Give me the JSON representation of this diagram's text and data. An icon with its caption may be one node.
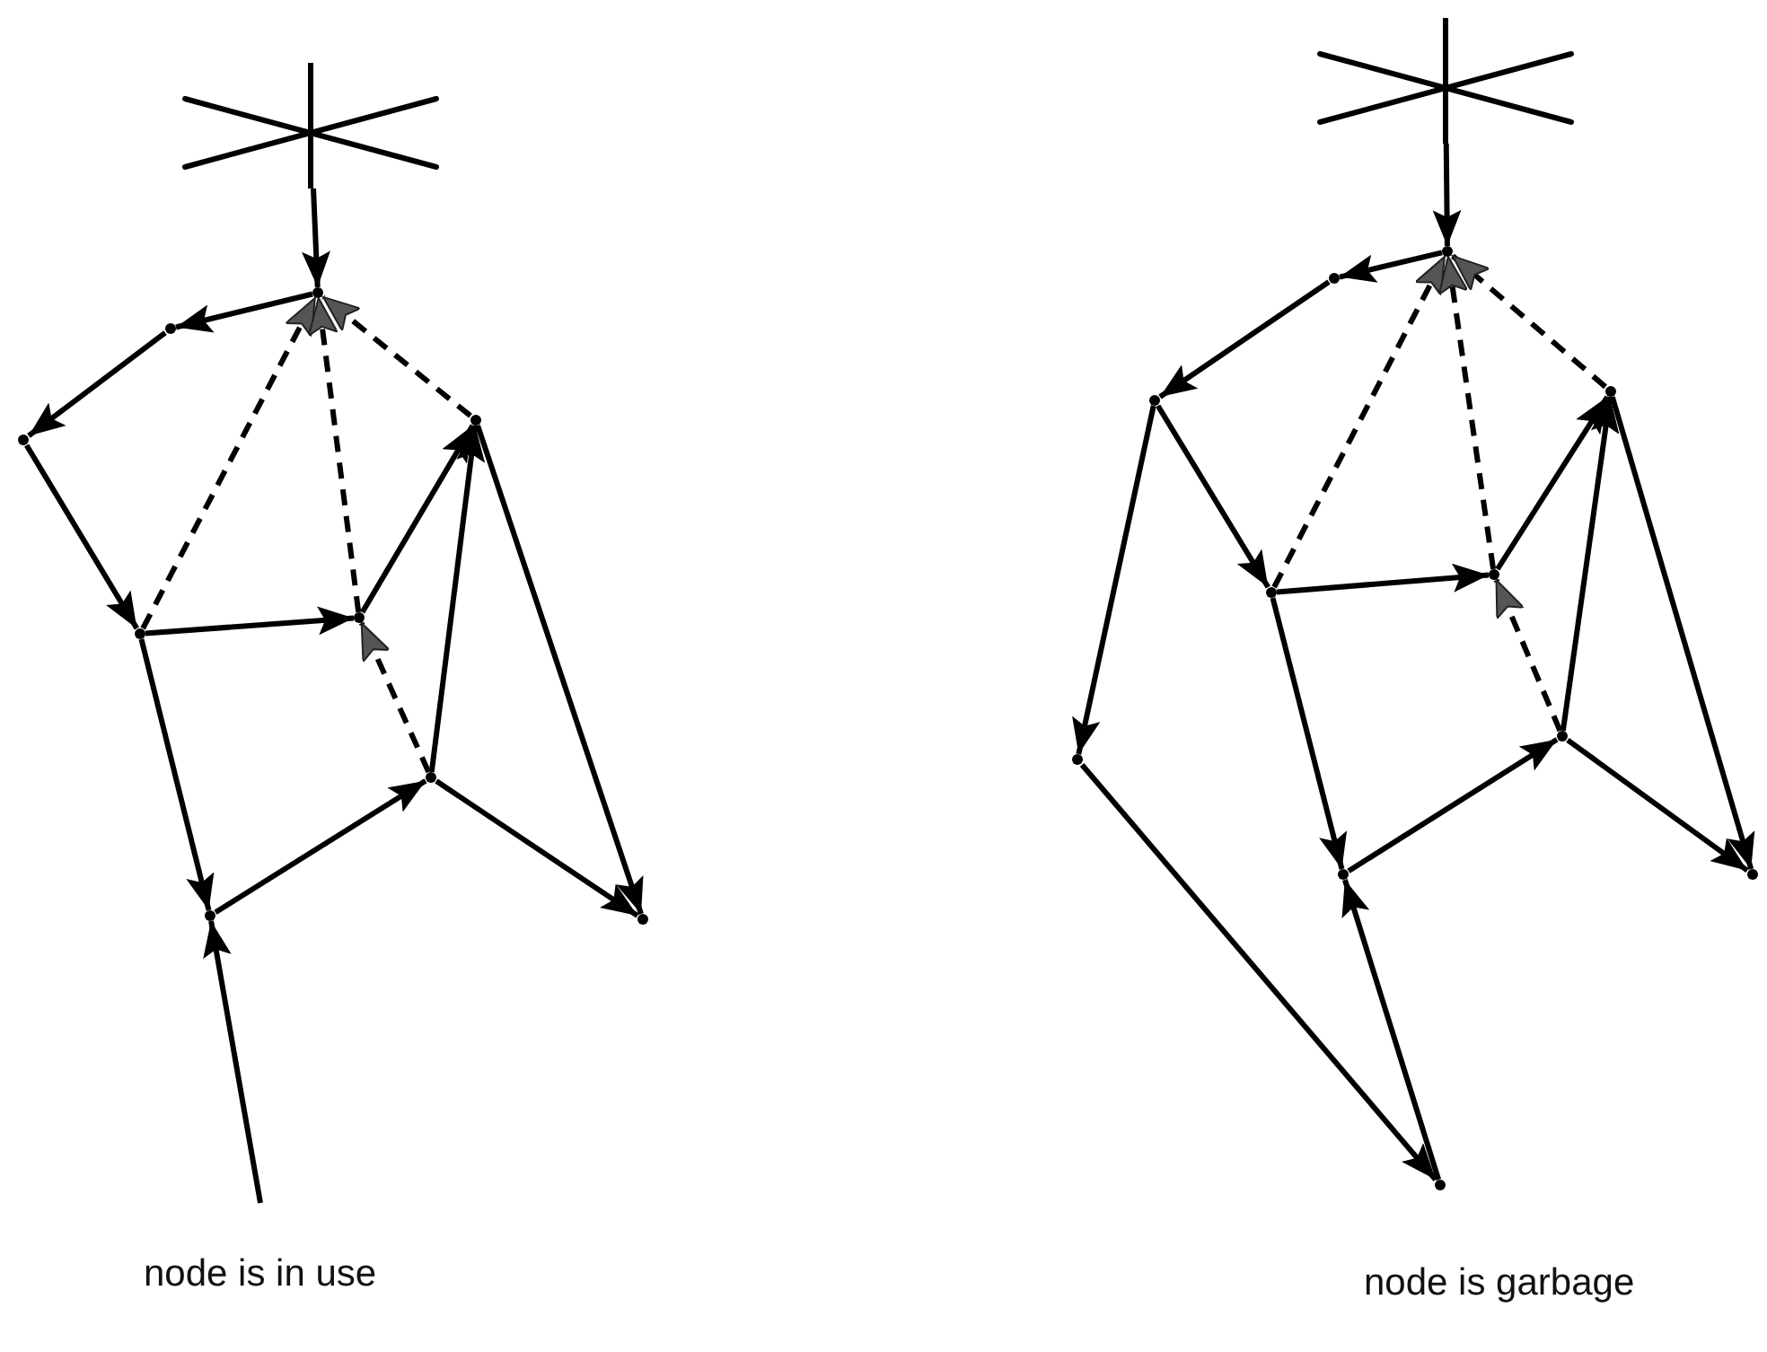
{
  "diagram": {
    "nodes": [
      {
        "text": [],
        "shape": "star"
      },
      {
        "text": [],
        "shape": "point"
      },
      {
        "text": [],
        "shape": "point"
      },
      {
        "text": [],
        "shape": "point"
      },
      {
        "text": [],
        "shape": "point"
      },
      {
        "text": [],
        "shape": "point"
      },
      {
        "text": [],
        "shape": "point"
      },
      {
        "text": [],
        "shape": "point"
      },
      {
        "text": [],
        "shape": "point"
      },
      {
        "text": [],
        "shape": "point"
      },
      {
        "text": [],
        "shape": "star"
      },
      {
        "text": [],
        "shape": "point"
      },
      {
        "text": [],
        "shape": "point"
      },
      {
        "text": [],
        "shape": "point"
      },
      {
        "text": [],
        "shape": "point"
      },
      {
        "text": [],
        "shape": "point"
      },
      {
        "text": [],
        "shape": "point"
      },
      {
        "text": [],
        "shape": "point"
      },
      {
        "text": [],
        "shape": "point"
      },
      {
        "text": [],
        "shape": "point"
      },
      {
        "text": [],
        "shape": "point"
      },
      {
        "text": [],
        "shape": "point"
      }
    ],
    "edges": [
      {
        "from": 0,
        "to": 1,
        "arrow": "to"
      },
      {
        "from": 1,
        "to": 2,
        "arrow": "to"
      },
      {
        "from": 2,
        "to": 3,
        "arrow": "to"
      },
      {
        "from": 3,
        "to": 4,
        "arrow": "to"
      },
      {
        "from": 4,
        "to": 5,
        "arrow": "to"
      },
      {
        "from": 4,
        "to": 8,
        "arrow": "to"
      },
      {
        "from": 8,
        "to": 7,
        "arrow": "to"
      },
      {
        "from": 7,
        "to": 9,
        "arrow": "to"
      },
      {
        "from": 6,
        "to": 9,
        "arrow": "to"
      },
      {
        "from": 5,
        "to": 6,
        "arrow": "to"
      },
      {
        "from": 7,
        "to": 6,
        "arrow": "to"
      },
      {
        "from": 7,
        "to": 5,
        "arrow": "to",
        "style": "dashed"
      },
      {
        "from": 4,
        "to": 1,
        "arrow": "to",
        "style": "dashed"
      },
      {
        "from": 5,
        "to": 1,
        "arrow": "to",
        "style": "dashed"
      },
      {
        "from": 6,
        "to": 1,
        "arrow": "to",
        "style": "dashed"
      },
      {
        "from": null,
        "to": 8,
        "arrow": "to"
      },
      {
        "from": 10,
        "to": 11,
        "arrow": "to"
      },
      {
        "from": 11,
        "to": 12,
        "arrow": "to"
      },
      {
        "from": 12,
        "to": 13,
        "arrow": "to"
      },
      {
        "from": 13,
        "to": 14,
        "arrow": "to"
      },
      {
        "from": 13,
        "to": 20,
        "arrow": "to"
      },
      {
        "from": 14,
        "to": 15,
        "arrow": "to"
      },
      {
        "from": 14,
        "to": 18,
        "arrow": "to"
      },
      {
        "from": 18,
        "to": 17,
        "arrow": "to"
      },
      {
        "from": 17,
        "to": 19,
        "arrow": "to"
      },
      {
        "from": 16,
        "to": 19,
        "arrow": "to"
      },
      {
        "from": 15,
        "to": 16,
        "arrow": "to"
      },
      {
        "from": 17,
        "to": 16,
        "arrow": "to"
      },
      {
        "from": 17,
        "to": 15,
        "arrow": "to",
        "style": "dashed"
      },
      {
        "from": 14,
        "to": 11,
        "arrow": "to",
        "style": "dashed"
      },
      {
        "from": 15,
        "to": 11,
        "arrow": "to",
        "style": "dashed"
      },
      {
        "from": 16,
        "to": 11,
        "arrow": "to",
        "style": "dashed"
      },
      {
        "from": 20,
        "to": 21,
        "arrow": "to"
      },
      {
        "from": 21,
        "to": 18,
        "arrow": "to"
      }
    ],
    "labels": [
      "node is in use",
      "node is garbage"
    ]
  }
}
